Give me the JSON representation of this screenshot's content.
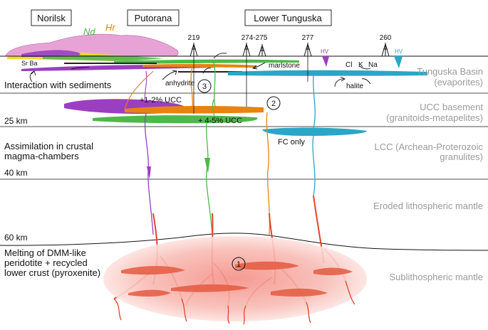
{
  "places": {
    "norilsk": "Norilsk",
    "putorana": "Putorana",
    "lower_tunguska": "Lower Tunguska"
  },
  "isotopes": {
    "nd": "Nd",
    "hr": "Hr"
  },
  "wells": [
    "219",
    "274-275",
    "277",
    "260"
  ],
  "depths": [
    "25 km",
    "40 km",
    "60 km"
  ],
  "processes": {
    "interaction": "Interaction with sediments",
    "assimilation_1": "Assimilation in crustal",
    "assimilation_2": "magma-chambers",
    "melting_1": "Melting of DMM-like",
    "melting_2": "peridotite + recycled",
    "melting_3": "lower crust (pyroxenite)"
  },
  "layers": {
    "tunguska_1": "Tunguska Basin",
    "tunguska_2": "(evaporites)",
    "ucc_1": "UCC basement",
    "ucc_2": "(granitoids-metapelites)",
    "lcc_1": "LCC (Archean-Proterozoic",
    "lcc_2": "granulites)",
    "eroded": "Eroded lithospheric mantle",
    "subl": "Sublithospheric mantle"
  },
  "labels": {
    "sr_ba": "Sr Ba",
    "marlstone": "marlstone",
    "anhydrite": "anhydrite",
    "halite": "halite",
    "cl": "Cl",
    "k": "K",
    "na": "Na",
    "hv1": "HV",
    "hv2": "HV",
    "ucc_low": "+1-2% UCC",
    "ucc_high": "+ 4-5% UCC",
    "fc_only": "FC only"
  },
  "stages": [
    "1",
    "2",
    "3"
  ],
  "colors": {
    "purple": "#9b3fc0",
    "orange": "#e8830f",
    "green": "#4fb84a",
    "cyan": "#2aa6c7",
    "red": "#e2452a",
    "plume": "#f7b5ae",
    "lava": "#e099cc",
    "yellow": "#f2dd2a"
  }
}
